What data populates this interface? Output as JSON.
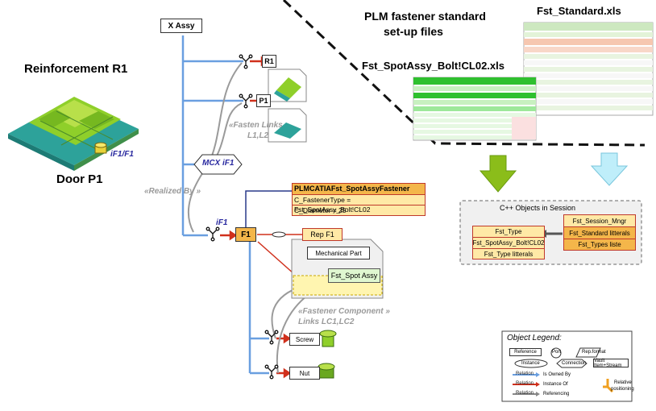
{
  "header": {
    "title_line1": "PLM fastener standard",
    "title_line2": "set-up files",
    "std_file": "Fst_Standard.xls",
    "spot_file": "Fst_SpotAssy_Bolt!CL02.xls"
  },
  "left": {
    "reinforcement": "Reinforcement R1",
    "door": "Door P1",
    "if_label": "iF1/F1"
  },
  "tree": {
    "root": "X Assy",
    "r1": "R1",
    "p1": "P1",
    "mcx": "MCX iF1",
    "if1": "iF1",
    "f1": "F1",
    "rep_f1": "Rep F1",
    "mech_part": "Mechanical Part",
    "spot_assy": "Fst_Spot Assy",
    "screw": "Screw",
    "nut": "Nut"
  },
  "annotations": {
    "fasten_links_1": "«Fasten Links",
    "fasten_links_2": "L1,L2",
    "realized_by": "«Realized By »",
    "comp_links_1": "«Fastener Component »",
    "comp_links_2": "Links LC1,LC2"
  },
  "fastener_box": {
    "title": "PLMCATIAFst_SpotAssyFastener",
    "row1": "C_FastenerType = Fst_SpotAssy_Bolt!CL02",
    "row2": "C_Diameter = 25"
  },
  "cpp": {
    "title": "C++ Objects in Session",
    "left_items": [
      "Fst_Type",
      "Fst_SpotAssy_Bolt!CL02",
      "Fst_Type litterals"
    ],
    "right_items": [
      "Fst_Session_Mngr",
      "Fst_Standard litterals",
      "Fst_Types liste"
    ]
  },
  "legend": {
    "title": "Object Legend:",
    "reference": "Reference",
    "port": "Port",
    "rep_format": "Rep.format",
    "instance": "Instance",
    "connection": "Connection",
    "vault": "Vault Item+Stream",
    "relation": "Relation",
    "is_owned_by": "Is Owned By",
    "instance_of": "Instance Of",
    "referencing": "Referencing",
    "relative": "Relative",
    "positioning": "positioning"
  },
  "colors": {
    "tree_line": "#6a9fe0",
    "red_arrow": "#d0301c",
    "green_arrow": "#8bbd1a",
    "cyan_arrow": "#bfeefa",
    "yellow_box": "#ffe9a6",
    "orange_box": "#f4b64a"
  }
}
